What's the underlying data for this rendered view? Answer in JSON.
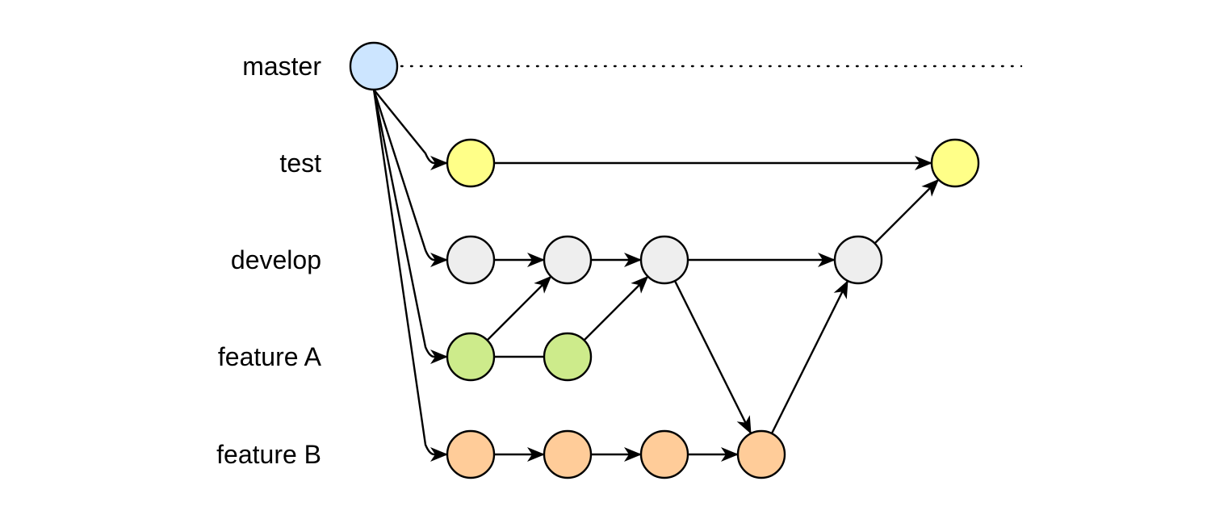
{
  "lanes": [
    {
      "id": "master",
      "label": "master",
      "color": "#cce5ff"
    },
    {
      "id": "test",
      "label": "test",
      "color": "#ffff88"
    },
    {
      "id": "develop",
      "label": "develop",
      "color": "#eeeeee"
    },
    {
      "id": "featureA",
      "label": "feature A",
      "color": "#cdeb8b"
    },
    {
      "id": "featureB",
      "label": "feature B",
      "color": "#ffcc99"
    }
  ],
  "commits": [
    {
      "id": "m1",
      "lane": "master"
    },
    {
      "id": "t1",
      "lane": "test"
    },
    {
      "id": "t2",
      "lane": "test"
    },
    {
      "id": "d1",
      "lane": "develop"
    },
    {
      "id": "d2",
      "lane": "develop"
    },
    {
      "id": "d3",
      "lane": "develop"
    },
    {
      "id": "d4",
      "lane": "develop"
    },
    {
      "id": "a1",
      "lane": "featureA"
    },
    {
      "id": "a2",
      "lane": "featureA"
    },
    {
      "id": "b1",
      "lane": "featureB"
    },
    {
      "id": "b2",
      "lane": "featureB"
    },
    {
      "id": "b3",
      "lane": "featureB"
    },
    {
      "id": "b4",
      "lane": "featureB"
    }
  ],
  "edges": [
    {
      "from": "m1",
      "to": "t1",
      "arrow": true
    },
    {
      "from": "m1",
      "to": "d1",
      "arrow": true
    },
    {
      "from": "m1",
      "to": "a1",
      "arrow": true
    },
    {
      "from": "m1",
      "to": "b1",
      "arrow": true
    },
    {
      "from": "t1",
      "to": "t2",
      "arrow": true
    },
    {
      "from": "d1",
      "to": "d2",
      "arrow": true
    },
    {
      "from": "d2",
      "to": "d3",
      "arrow": true
    },
    {
      "from": "d3",
      "to": "d4",
      "arrow": true
    },
    {
      "from": "d4",
      "to": "t2",
      "arrow": true
    },
    {
      "from": "a1",
      "to": "a2",
      "arrow": false
    },
    {
      "from": "a1",
      "to": "d2",
      "arrow": true
    },
    {
      "from": "a2",
      "to": "d3",
      "arrow": true
    },
    {
      "from": "d3",
      "to": "b4",
      "arrow": true
    },
    {
      "from": "b1",
      "to": "b2",
      "arrow": true
    },
    {
      "from": "b2",
      "to": "b3",
      "arrow": true
    },
    {
      "from": "b3",
      "to": "b4",
      "arrow": true
    },
    {
      "from": "b4",
      "to": "d4",
      "arrow": true
    }
  ]
}
